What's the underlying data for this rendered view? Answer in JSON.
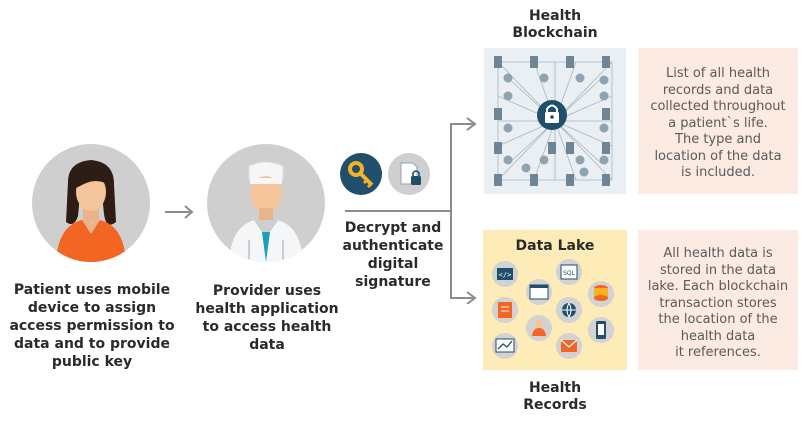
{
  "patient": {
    "caption_lines": [
      "Patient uses mobile",
      "device to assign",
      "access permission to",
      "data and to provide",
      "public key"
    ]
  },
  "provider": {
    "caption_lines": [
      "Provider uses",
      "health application",
      "to access health",
      "data"
    ]
  },
  "decrypt": {
    "caption_lines": [
      "Decrypt and",
      "authenticate",
      "digital",
      "signature"
    ]
  },
  "blockchain": {
    "title_lines": [
      "Health",
      "Blockchain"
    ],
    "description_lines": [
      "List of all health",
      "records and data",
      "collected throughout",
      "a patient`s life.",
      "The type and",
      "location of the data",
      "is included."
    ]
  },
  "data_lake": {
    "title": "Data Lake",
    "description_lines": [
      "All health data is",
      "stored in the data",
      "lake. Each blockchain",
      "transaction stores",
      "the location of the",
      "health data",
      "it references."
    ],
    "bottom_title_lines": [
      "Health",
      "Records"
    ]
  },
  "icons": [
    "person-icon",
    "doctor-icon",
    "key-icon",
    "document-lock-icon",
    "padlock-icon",
    "code-icon",
    "sql-icon",
    "database-icon",
    "browser-icon",
    "book-icon",
    "globe-icon",
    "user-icon",
    "mobile-icon",
    "chart-icon",
    "mail-icon"
  ],
  "colors": {
    "circle_gray": "#cfcfcf",
    "key_badge": "#1f4f6b",
    "blockchain_bg": "#e9eff3",
    "desc_bg": "#fbebe3",
    "data_lake_bg": "#fdebb8",
    "arrow": "#8c8c8c"
  }
}
